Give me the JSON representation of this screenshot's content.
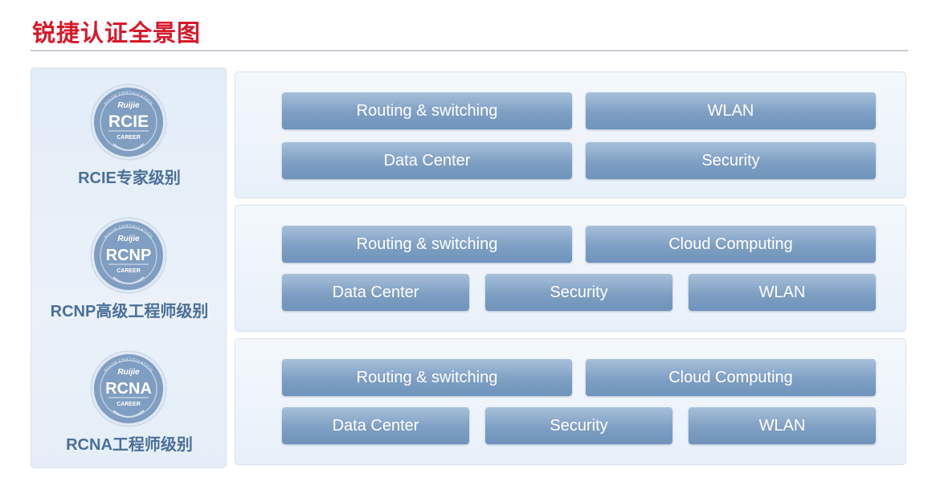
{
  "title": "锐捷认证全景图",
  "levels": [
    {
      "badge_brand": "Ruijie",
      "badge_arc": "RUIJIE CERTIFICATION",
      "badge_code": "RCIE",
      "badge_sub": "CAREER",
      "label": "RCIE专家级别"
    },
    {
      "badge_brand": "Ruijie",
      "badge_arc": "RUIJIE CERTIFICATION",
      "badge_code": "RCNP",
      "badge_sub": "CAREER",
      "label": "RCNP高级工程师级别"
    },
    {
      "badge_brand": "Ruijie",
      "badge_arc": "RUIJIE CERTIFICATION",
      "badge_code": "RCNA",
      "badge_sub": "CAREER",
      "label": "RCNA工程师级别"
    }
  ],
  "tiers": [
    {
      "tracks": [
        "Routing & switching",
        "WLAN",
        "Data Center",
        "Security"
      ]
    },
    {
      "tracks": [
        "Routing & switching",
        "Cloud Computing",
        "Data Center",
        "Security",
        "WLAN"
      ]
    },
    {
      "tracks": [
        "Routing & switching",
        "Cloud Computing",
        "Data Center",
        "Security",
        "WLAN"
      ]
    }
  ],
  "colors": {
    "title": "#d7192a",
    "badge": "#7f9ec1",
    "tile_top": "#a7c0da",
    "tile_bottom": "#6f93bb",
    "label": "#4a6f98"
  }
}
